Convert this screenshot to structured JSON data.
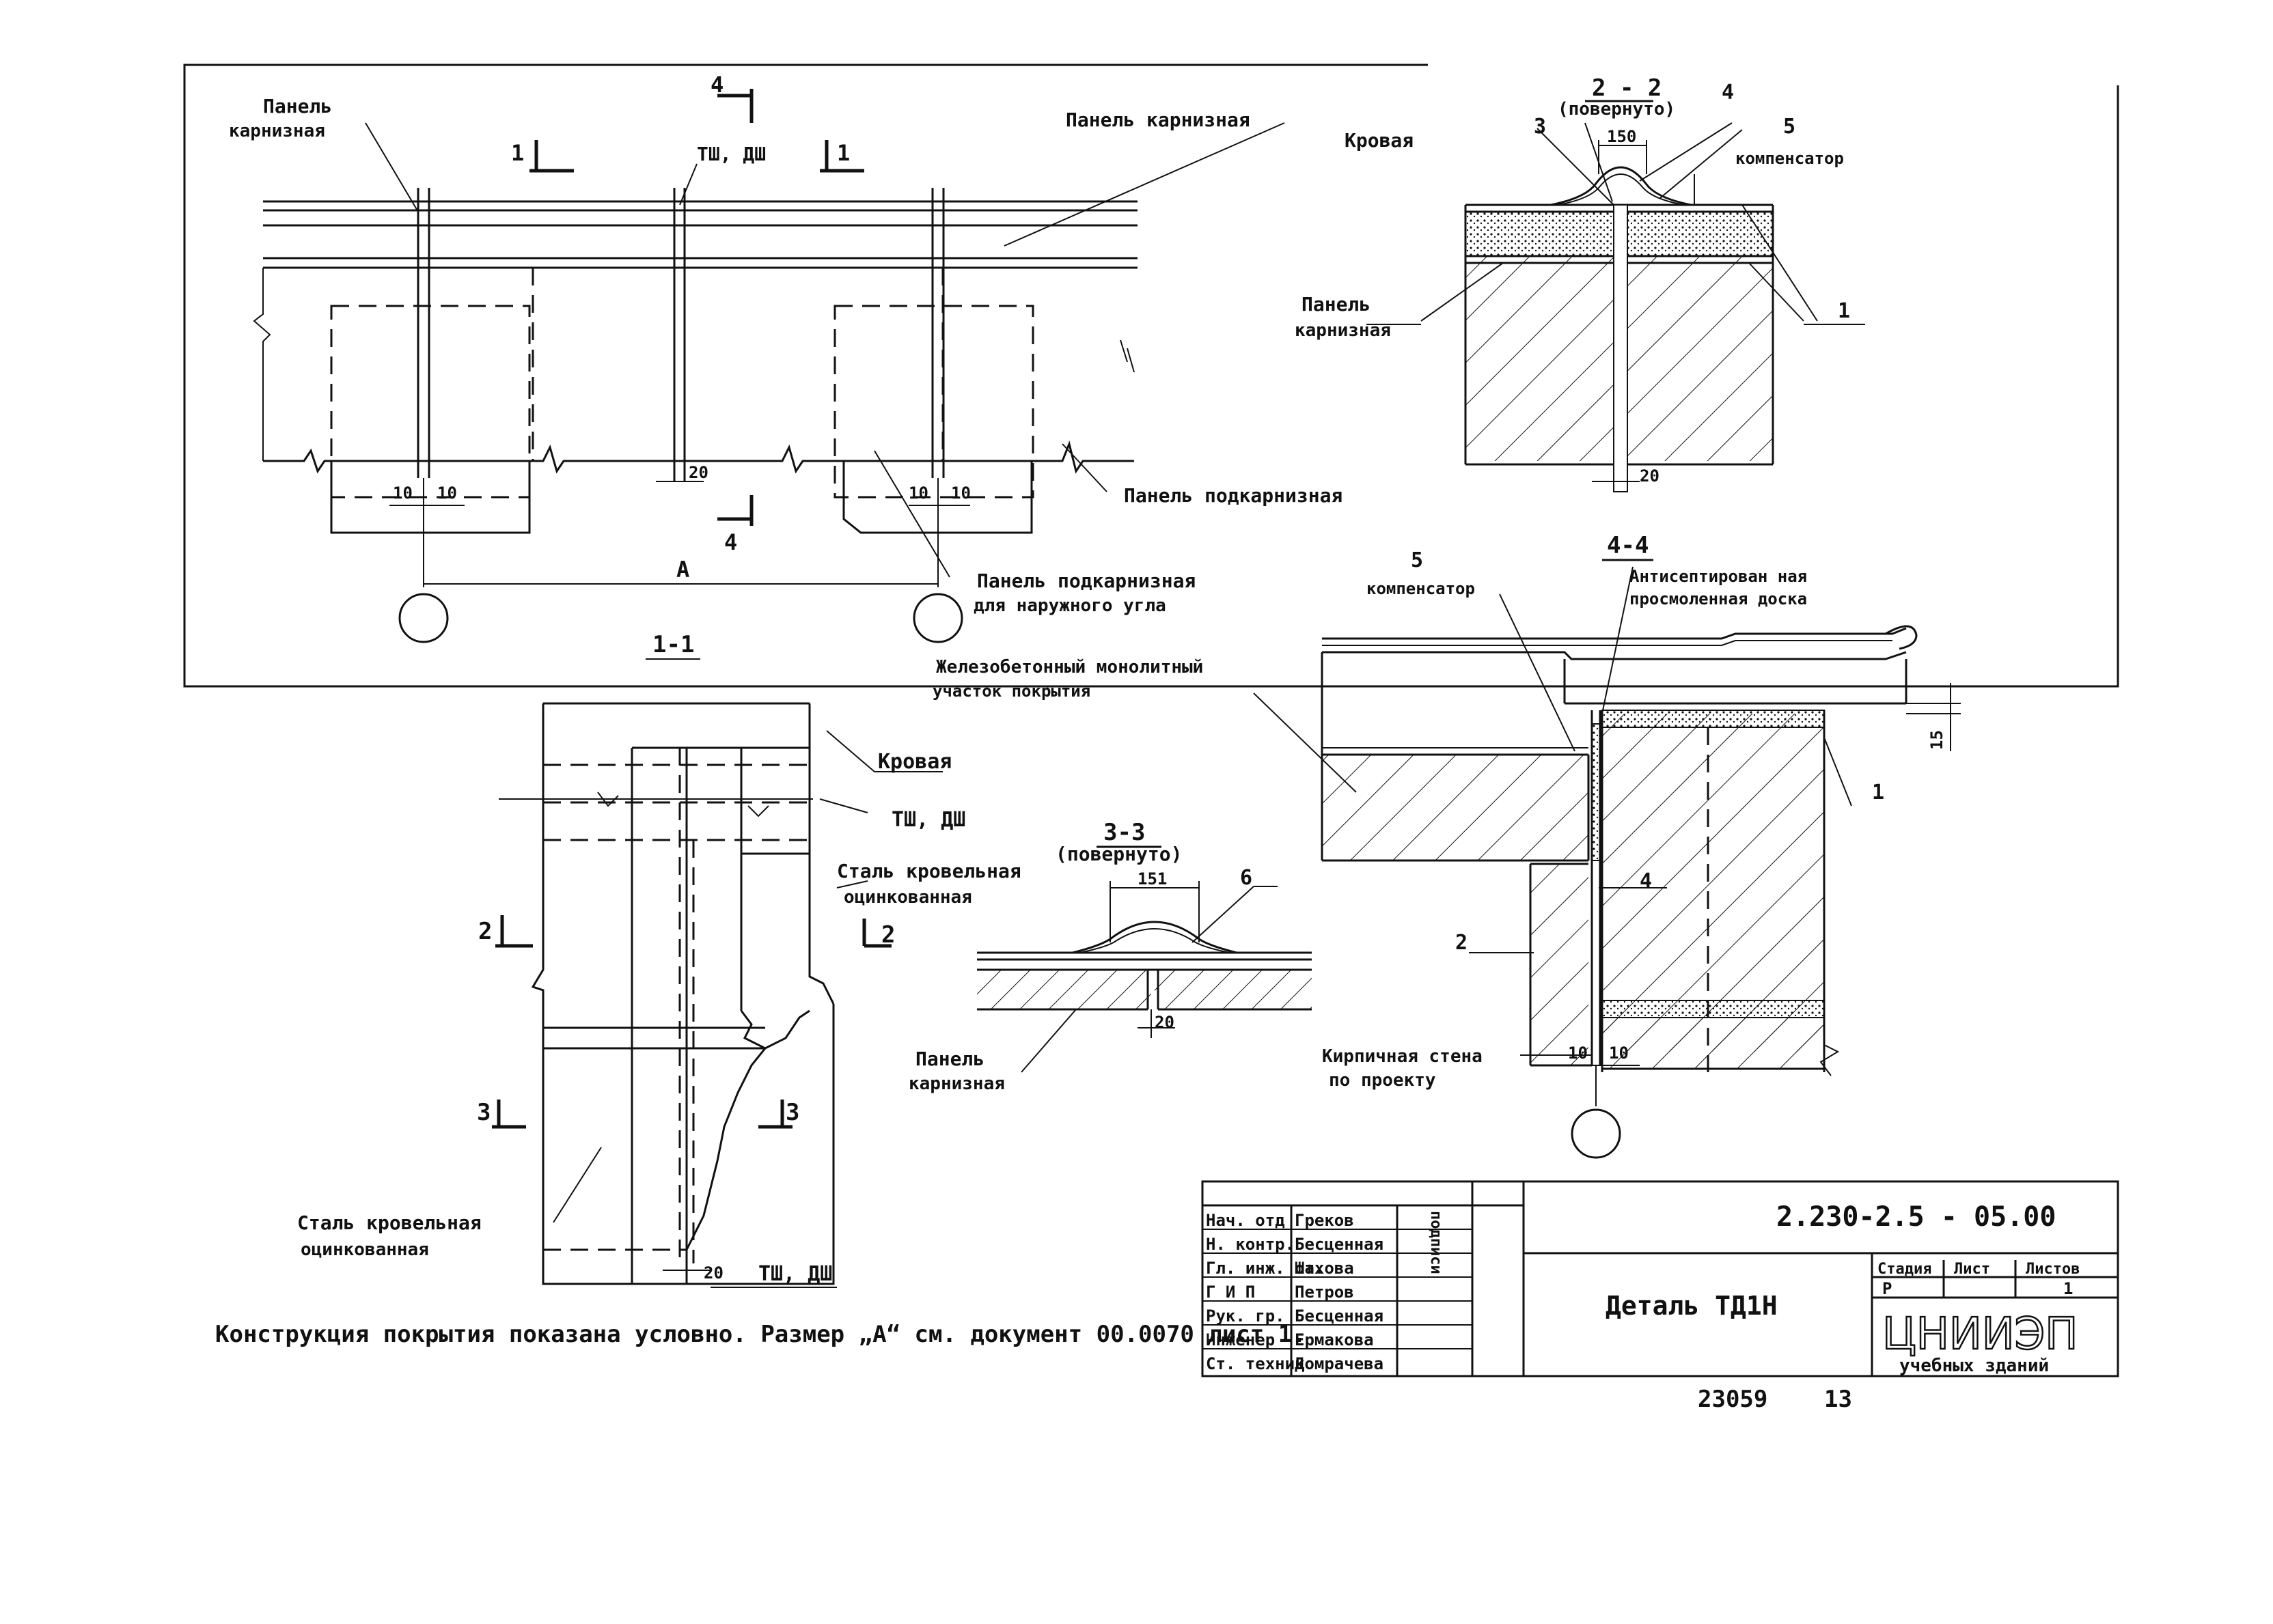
{
  "plan": {
    "label_panel_cornice_l1": "Панель",
    "label_panel_cornice_l2": "карнизная",
    "label_panel_cornice_right": "Панель карнизная",
    "label_panel_under_cornice": "Панель подкарнизная",
    "label_panel_corner_l1": "Панель подкарнизная",
    "label_panel_corner_l2": "для наружного угла",
    "mark_1_left": "1",
    "mark_1_right": "1",
    "mark_4_top": "4",
    "mark_4_bottom": "4",
    "label_tsh": "ТШ, ДШ",
    "dim_10a": "10",
    "dim_10b": "10",
    "dim_20": "20",
    "dim_10c": "10",
    "dim_10d": "10",
    "dim_A": "А"
  },
  "sec22": {
    "title": "2 - 2",
    "subtitle": "(повернуто)",
    "label_roof": "Кровая",
    "label_comp": "компенсатор",
    "n3": "3",
    "n4": "4",
    "n5": "5",
    "n1": "1",
    "dim_150": "150",
    "dim_20": "20",
    "label_panel_l1": "Панель",
    "label_panel_l2": "карнизная"
  },
  "sec11": {
    "title": "1-1",
    "label_roof": "Кровая",
    "label_tsh_1": "ТШ, ДШ",
    "label_steel_l1": "Сталь кровельная",
    "label_steel_l2": "оцинкованная",
    "mark_2_left": "2",
    "mark_2_right": "2",
    "mark_3_left": "3",
    "mark_3_right": "3",
    "label_steel2_l1": "Сталь кровельная",
    "label_steel2_l2": "оцинкованная",
    "dim_20": "20",
    "label_tsh_2": "ТШ, ДШ"
  },
  "sec33": {
    "title": "3-3",
    "subtitle": "(повернуто)",
    "dim_151": "151",
    "n6": "6",
    "dim_20": "20",
    "label_panel_l1": "Панель",
    "label_panel_l2": "карнизная"
  },
  "sec44": {
    "title": "4-4",
    "n5": "5",
    "label_comp": "компенсатор",
    "label_board_l1": "Антисептирован ная",
    "label_board_l2": "просмоленная доска",
    "label_rc_l1": "Железобетонный монолитный",
    "label_rc_l2": "участок покрытия",
    "dim_15": "15",
    "n1": "1",
    "n4": "4",
    "n2": "2",
    "label_wall_l1": "Кирпичная стена",
    "label_wall_l2": "по проекту",
    "dim_10a": "10",
    "dim_10b": "10"
  },
  "note": "Конструкция покрытия показана условно. Размер „А“ см. документ 00.0070 лист 1.",
  "stamp": {
    "doc_code": "2.230-2.5 - 05.00",
    "title": "Деталь ТД1Н",
    "roles": [
      "Нач. отд",
      "Н. контр.",
      "Гл. инж. от.",
      "Г И П",
      "Рук. гр.",
      "Инженер",
      "Ст. техник"
    ],
    "names": [
      "Греков",
      "Бесценная",
      "Шахова",
      "Петров",
      "Бесценная",
      "Ермакова",
      "Домрачева"
    ],
    "signature_vertical": "подписи",
    "stage_h": "Стадия",
    "sheet_h": "Лист",
    "sheets_h": "Листов",
    "stage_v": "Р",
    "sheets_v": "1",
    "org_big": "ЦНИИЭП",
    "org_small": "учебных зданий"
  },
  "bottom": {
    "inv_number": "23059",
    "page_number": "13"
  }
}
